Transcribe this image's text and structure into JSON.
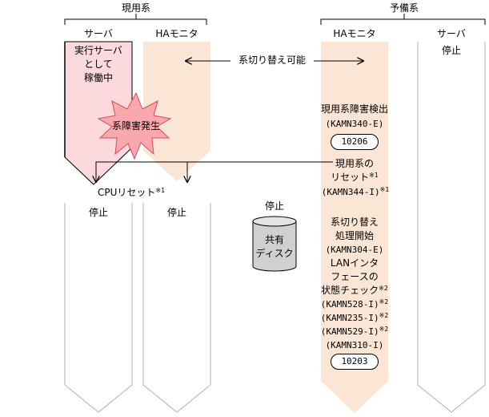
{
  "groups": {
    "active": "現用系",
    "standby": "予備系"
  },
  "columns": {
    "active_server": "サーバ",
    "active_ha": "HAモニタ",
    "standby_ha": "HAモニタ",
    "standby_server": "サーバ"
  },
  "active_server_status": [
    "実行サーバ",
    "として",
    "稼働中"
  ],
  "failure_label": "系障害発生",
  "switchable_label": "系切り替え可能",
  "standby_server_status": "停止",
  "detect": {
    "title": "現用系障害検出",
    "code": "(KAMN340-E)",
    "pill": "10206"
  },
  "reset": {
    "line1": "現用系の",
    "line2": "リセット",
    "mark": "※1",
    "code": "(KAMN344-I)",
    "code_mark": "※1"
  },
  "cpu_reset": {
    "label": "CPUリセット",
    "mark": "※1"
  },
  "stopped": {
    "server": "停止",
    "ha": "停止",
    "disk": "停止"
  },
  "disk_label": [
    "共有",
    "ディスク"
  ],
  "switch_steps": [
    {
      "text": "系切り替え",
      "mark": ""
    },
    {
      "text": "処理開始",
      "mark": ""
    },
    {
      "text": "(KAMN304-E)",
      "mark": ""
    },
    {
      "text": "LANインタ",
      "mark": ""
    },
    {
      "text": "フェースの",
      "mark": ""
    },
    {
      "text": "状態チェック",
      "mark": "※2"
    },
    {
      "text": "(KAMN528-I)",
      "mark": "※2"
    },
    {
      "text": "(KAMN235-I)",
      "mark": "※2"
    },
    {
      "text": "(KAMN529-I)",
      "mark": "※2"
    },
    {
      "text": "(KAMN310-I)",
      "mark": ""
    }
  ],
  "final_pill": "10203",
  "colors": {
    "server_fill": "#fbd9dc",
    "ha_fill": "#fbe6d6",
    "failure_burst": "#f9a9ae",
    "disk_fill": "#d0d0d0",
    "line": "#a0a0a0"
  }
}
